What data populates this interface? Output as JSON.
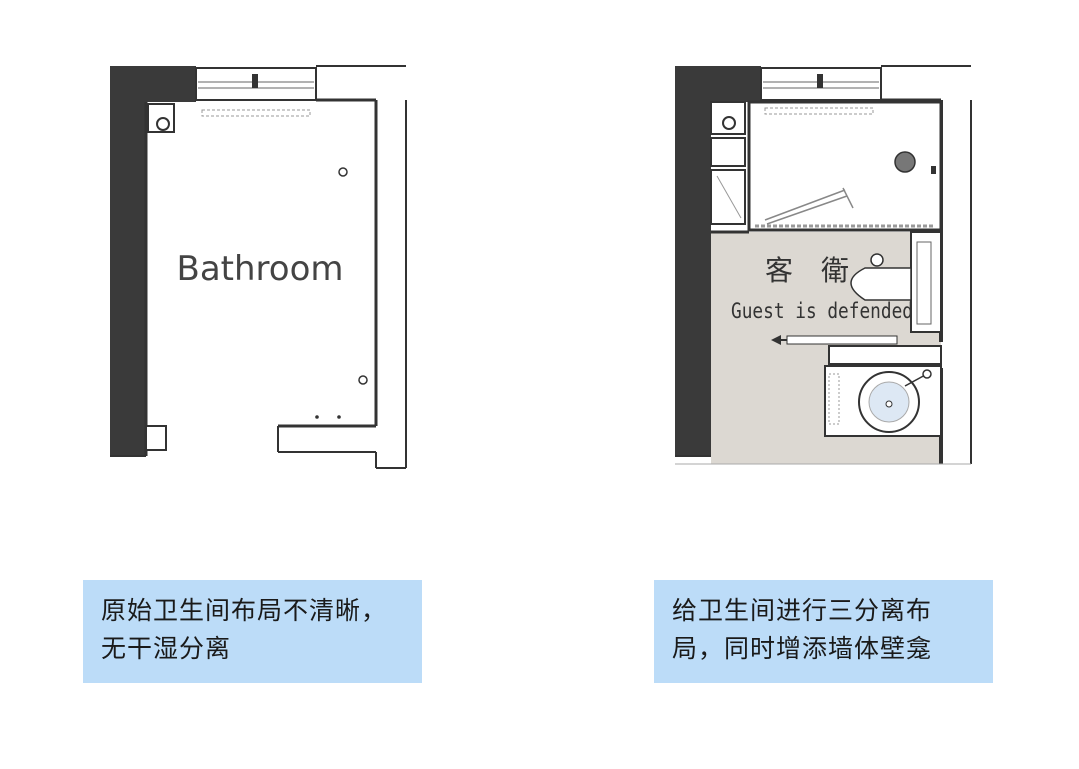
{
  "left_plan": {
    "room_label": "Bathroom",
    "caption": "原始卫生间布局不清晰，\n无干湿分离"
  },
  "right_plan": {
    "room_label_cn": "客　衛",
    "room_label_en": "Guest is defended",
    "caption": "给卫生间进行三分离布\n局，同时增添墙体壁龛"
  },
  "colors": {
    "wall": "#3a3a3a",
    "wet_floor": "#dcd8d2",
    "caption_bg": "#bcdcf8"
  }
}
